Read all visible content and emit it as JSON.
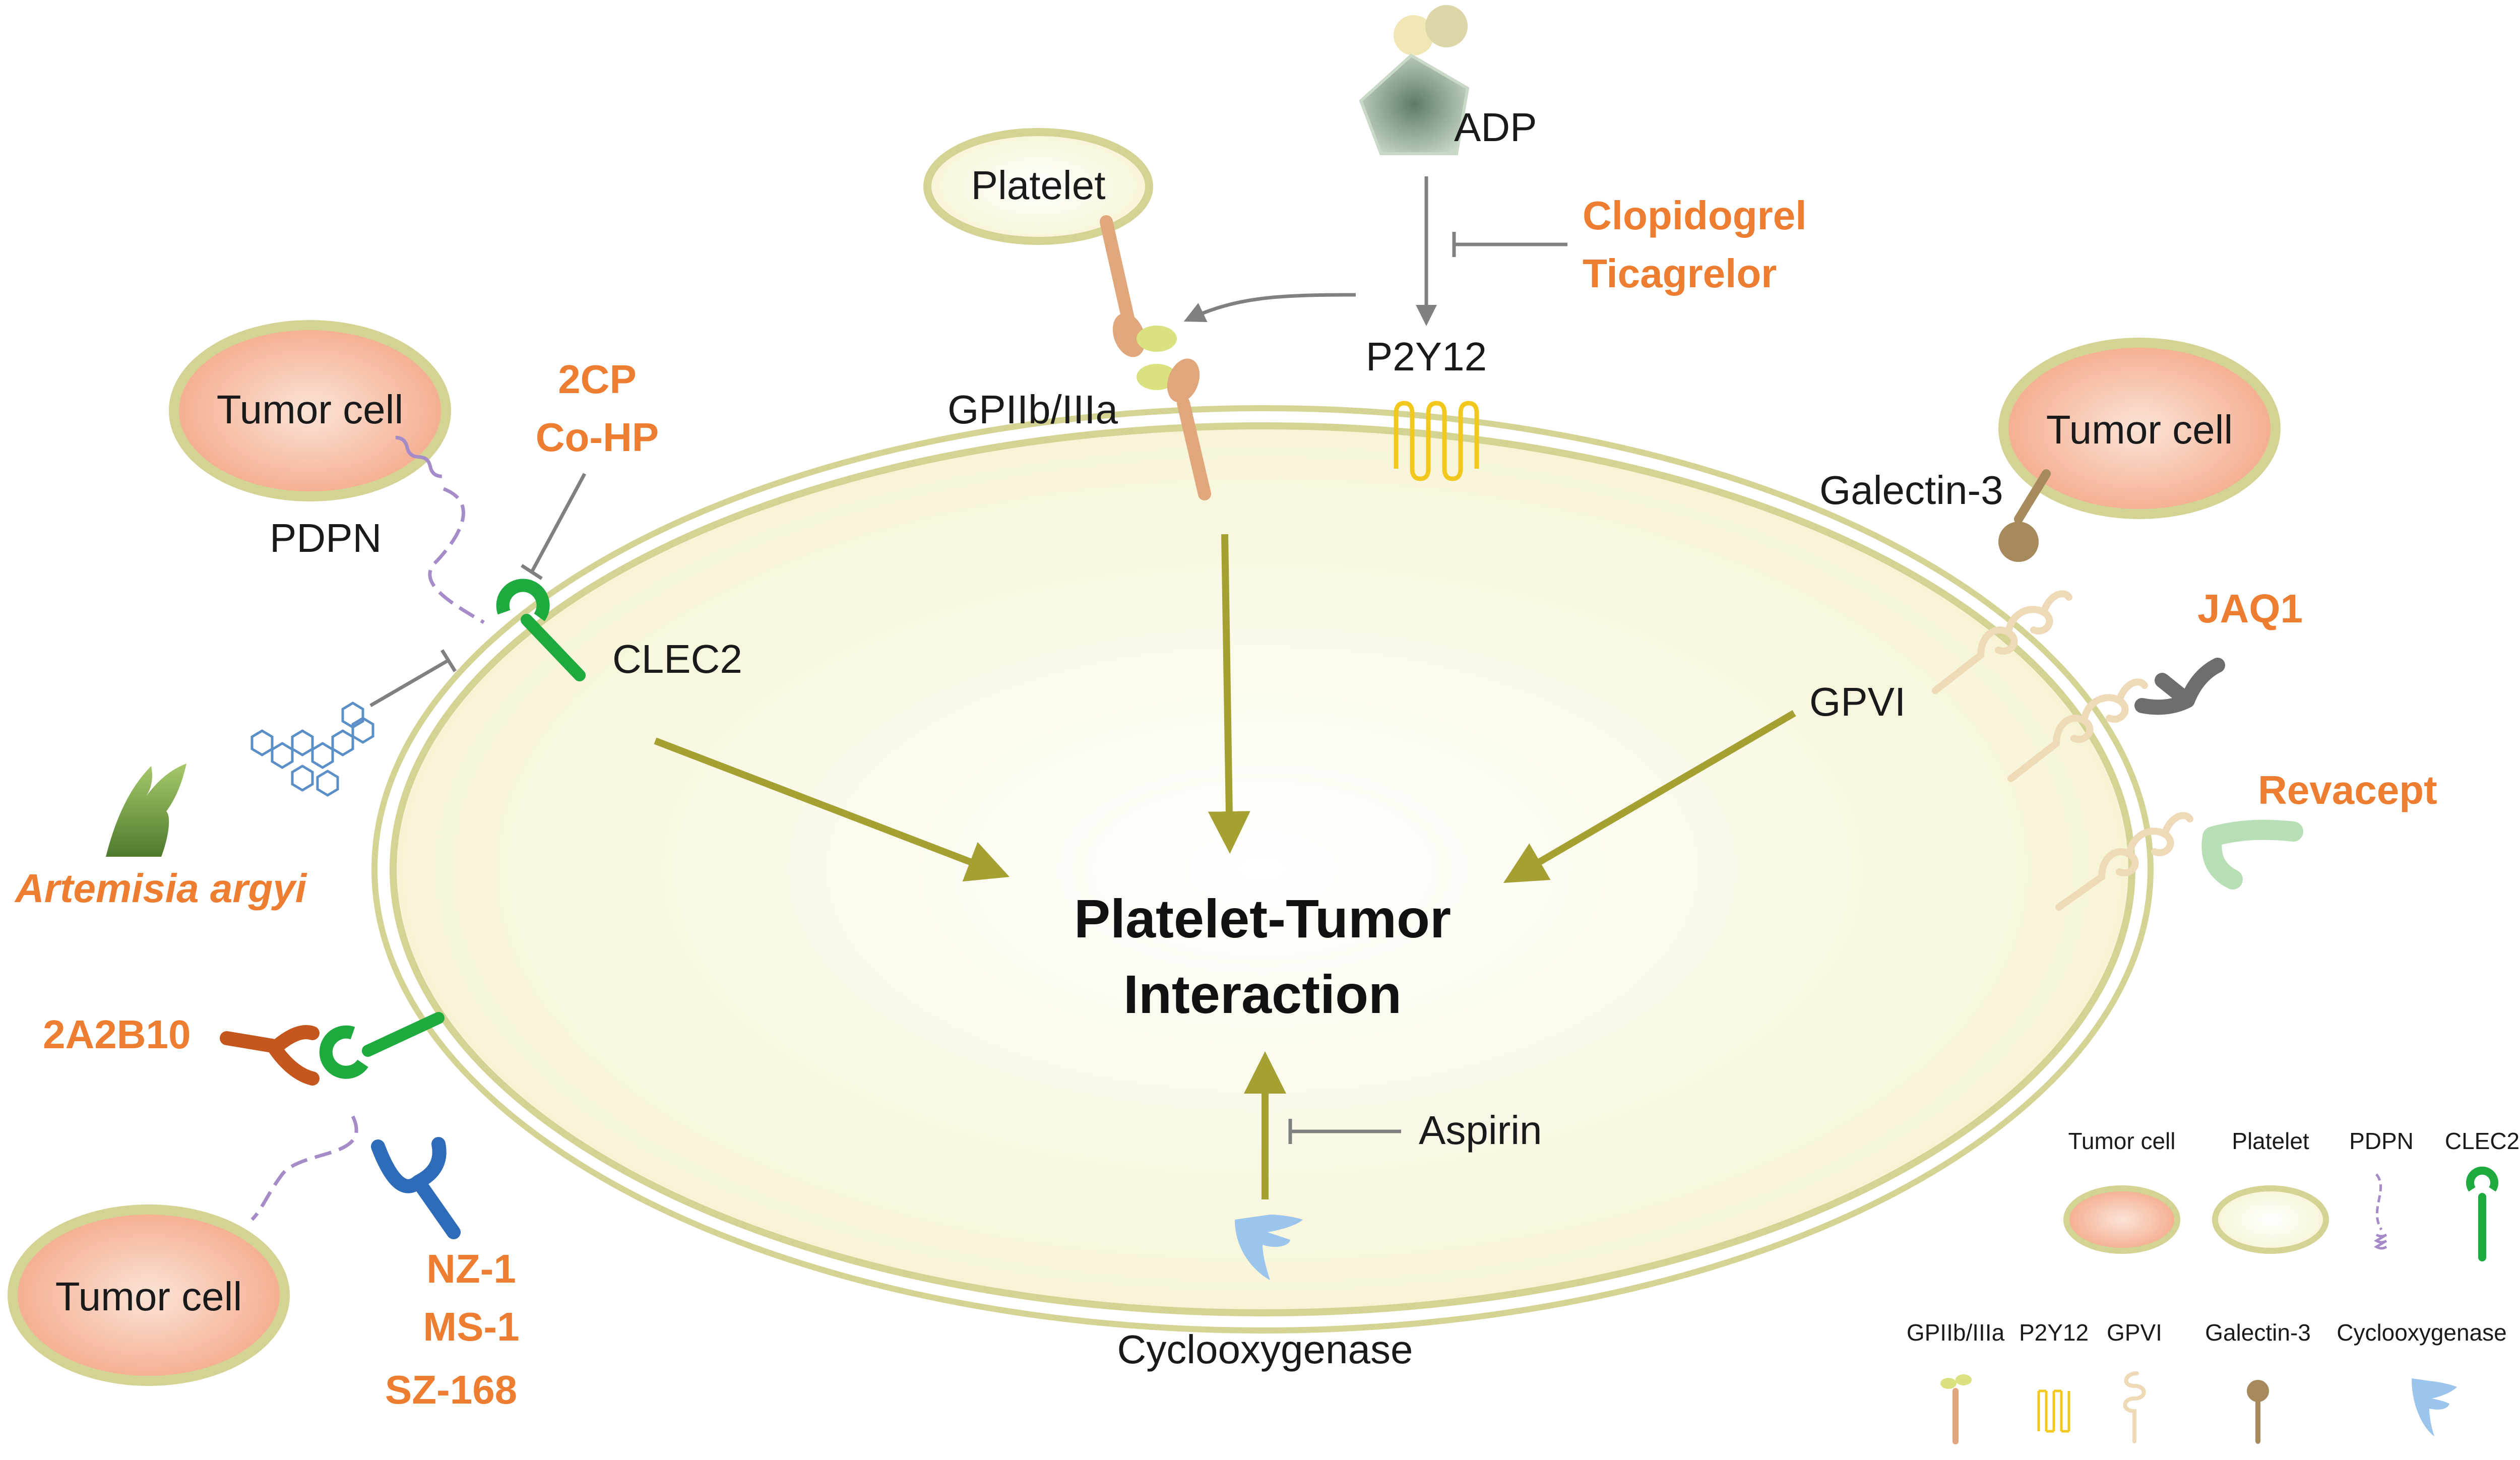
{
  "colors": {
    "drug": "#ED7D31",
    "arrow": "#A5A032",
    "inhibit": "#808080",
    "platelet_fill": "#FBF9E6",
    "platelet_stroke": "#D3D394",
    "tumor_fill": "#F7B49C",
    "clec2": "#1EAA3E",
    "pdpn": "#A58CC8",
    "gp2b3a": "#E0A67C",
    "p2y12": "#F2C81E",
    "gpvi": "#EEDAB6",
    "galectin3": "#A68A5C",
    "cox": "#9CC5EE",
    "adp": "#7D9A82",
    "jaq1": "#6E6E6E",
    "revacept": "#B8DEB6",
    "ab_2a2b10": "#C4561E",
    "ab_nz1": "#2E6BB8"
  },
  "labels": {
    "center_line1": "Platelet-Tumor",
    "center_line2": "Interaction",
    "platelet": "Platelet",
    "adp": "ADP",
    "p2y12": "P2Y12",
    "gp2b3a": "GPIIb/IIIa",
    "tumor_top_left": "Tumor cell",
    "tumor_right": "Tumor cell",
    "tumor_bottom_left": "Tumor cell",
    "pdpn": "PDPN",
    "clec2": "CLEC2",
    "galectin3": "Galectin-3",
    "gpvi": "GPVI",
    "aspirin": "Aspirin",
    "cyclooxygenase": "Cyclooxygenase"
  },
  "drugs": {
    "clopidogrel": "Clopidogrel",
    "ticagrelor": "Ticagrelor",
    "cp2": "2CP",
    "cohp": "Co-HP",
    "artemisia": "Artemisia argyi",
    "a2b10": "2A2B10",
    "nz1": "NZ-1",
    "ms1": "MS-1",
    "sz168": "SZ-168",
    "jaq1": "JAQ1",
    "revacept": "Revacept"
  },
  "legend": {
    "tumor_cell": "Tumor cell",
    "platelet": "Platelet",
    "pdpn": "PDPN",
    "clec2": "CLEC2",
    "gp2b3a": "GPIIb/IIIa",
    "p2y12": "P2Y12",
    "gpvi": "GPVI",
    "galectin3": "Galectin-3",
    "cyclooxygenase": "Cyclooxygenase"
  }
}
